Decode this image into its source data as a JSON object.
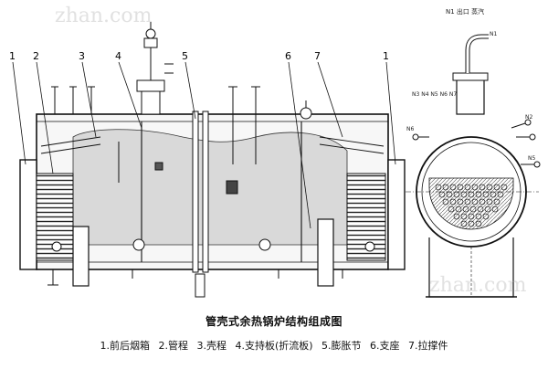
{
  "diagram": {
    "title": "管壳式余热锅炉结构组成图",
    "callouts": [
      "1",
      "2",
      "3",
      "4",
      "5",
      "6",
      "7",
      "1"
    ],
    "legend": [
      "1.前后烟箱",
      "2.管程",
      "3.壳程",
      "4.支持板(折流板)",
      "5.膨胀节",
      "6.支座",
      "7.拉撑件"
    ],
    "watermark": "zhan.com",
    "end_view_top_label": "N1 出口 蒸汽",
    "end_view_side_label": "N3 N4 N5 N6 N7",
    "nozzle_labels": [
      "N1",
      "N2",
      "N5",
      "N6"
    ]
  }
}
